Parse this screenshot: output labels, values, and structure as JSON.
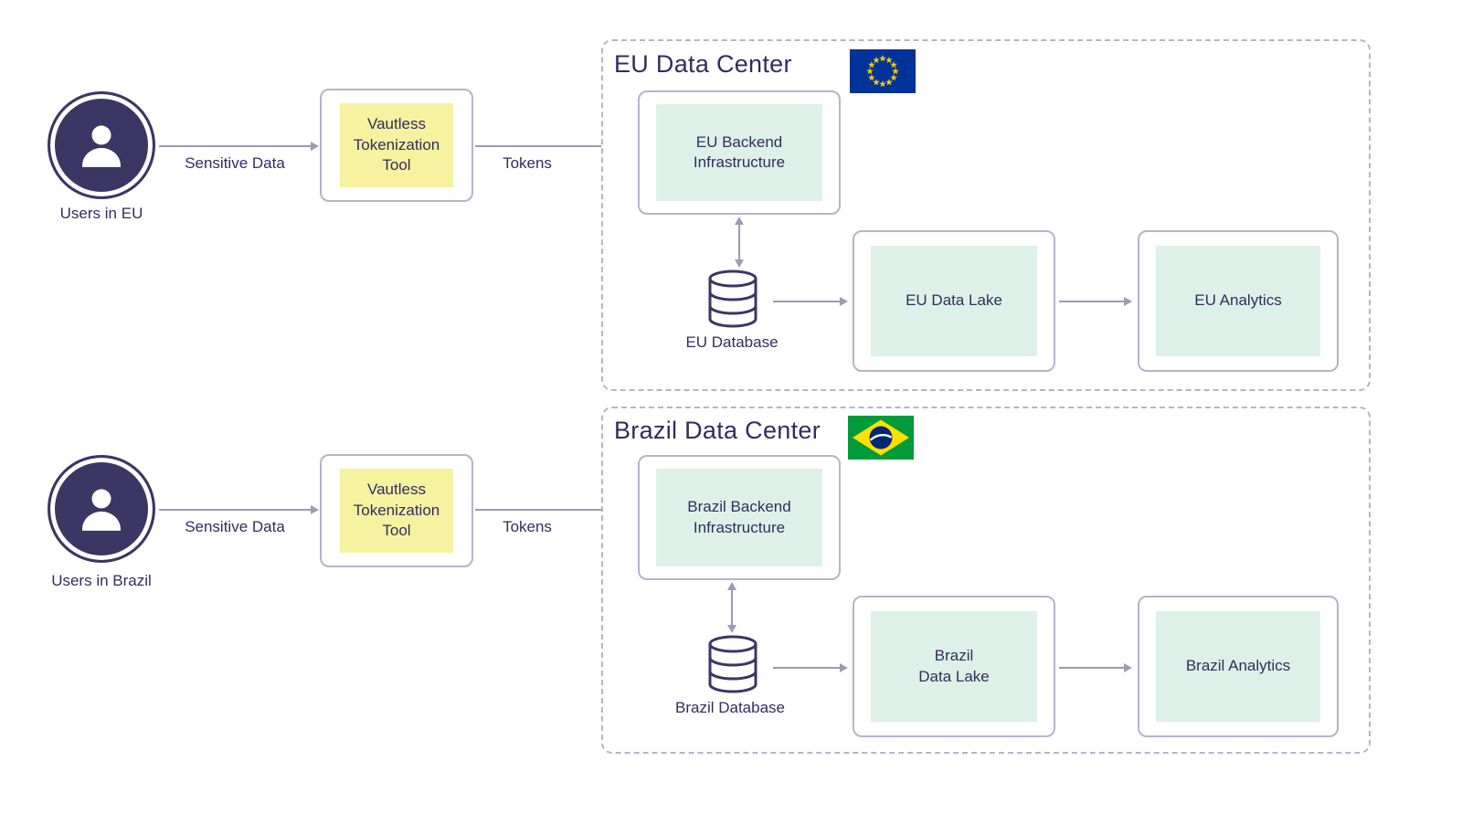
{
  "colors": {
    "text_navy": "#312d5e",
    "icon_navy": "#3b3663",
    "box_border": "#b7b3cb",
    "arrow_gray": "#9e9ab4",
    "tokenizer_yellow": "#f6f2a0",
    "node_mint": "#def1e8",
    "eu_flag_blue": "#003399",
    "eu_flag_stars": "#ffcc00",
    "brazil_flag_green": "#009b3a",
    "brazil_flag_yellow": "#fedf00",
    "brazil_flag_blue": "#002776"
  },
  "icons": {
    "user": "person-silhouette-in-circle",
    "database": "cylinder-database",
    "eu_flag": "eu-flag-12-stars",
    "brazil_flag": "brazil-flag"
  },
  "eu": {
    "user_label": "Users in EU",
    "sensitive_data_label": "Sensitive Data",
    "tokenizer_label": "Vautless\nTokenization\nTool",
    "tokens_label": "Tokens",
    "datacenter_title": "EU Data Center",
    "backend_label": "EU Backend\nInfrastructure",
    "database_label": "EU Database",
    "datalake_label": "EU Data Lake",
    "analytics_label": "EU Analytics"
  },
  "brazil": {
    "user_label": "Users in Brazil",
    "sensitive_data_label": "Sensitive Data",
    "tokenizer_label": "Vautless\nTokenization\nTool",
    "tokens_label": "Tokens",
    "datacenter_title": "Brazil Data Center",
    "backend_label": "Brazil Backend\nInfrastructure",
    "database_label": "Brazil Database",
    "datalake_label": "Brazil\nData Lake",
    "analytics_label": "Brazil Analytics"
  }
}
